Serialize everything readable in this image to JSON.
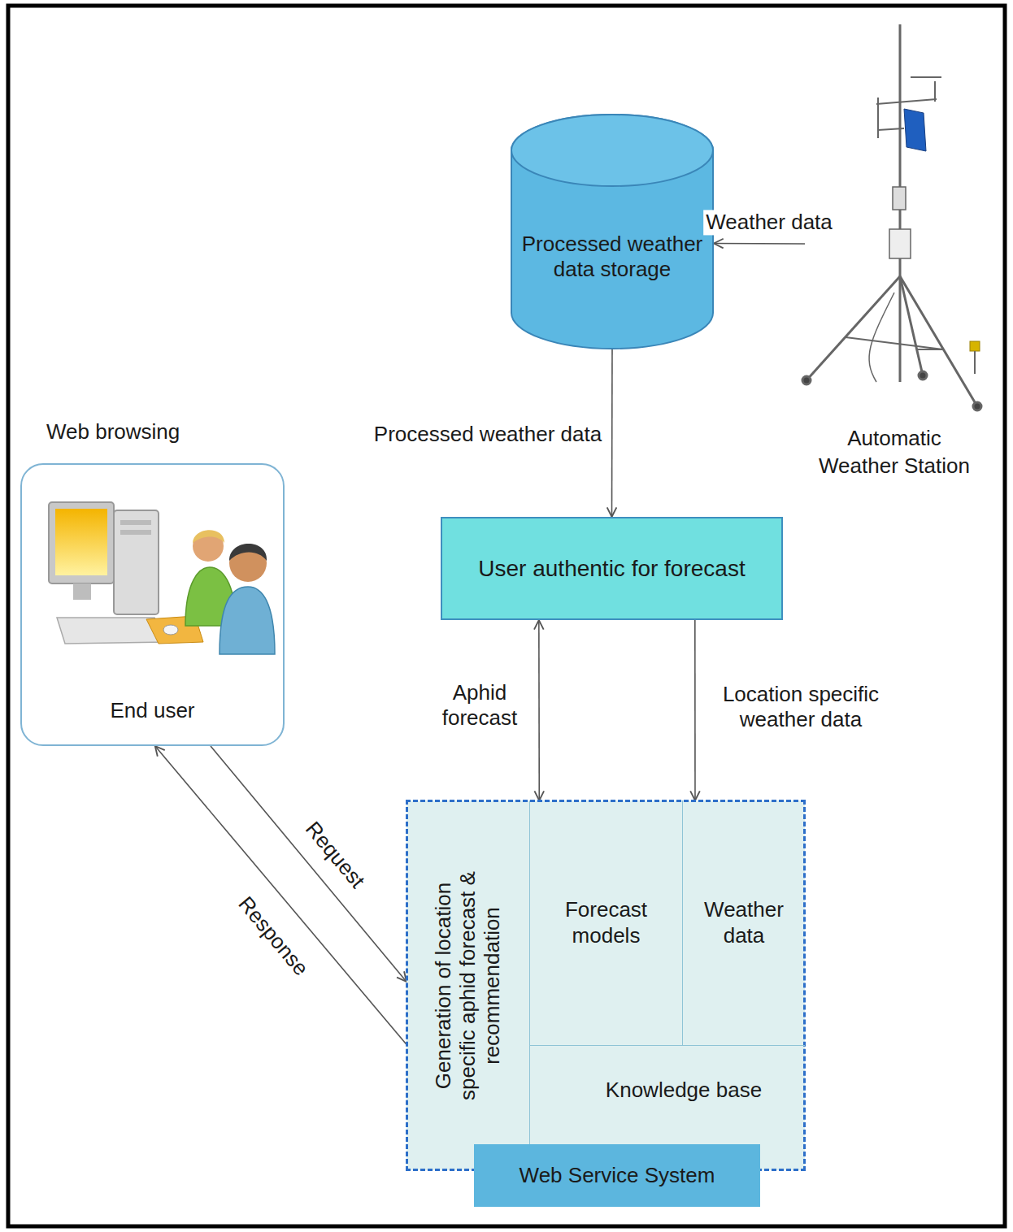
{
  "diagram": {
    "nodes": [
      {
        "text": [
          "Processed weather data storage"
        ]
      },
      {
        "text": [
          "Automatic Weather Station"
        ]
      },
      {
        "text": [
          "User authentic for forecast"
        ]
      },
      {
        "text": [
          "Web browsing",
          "End user"
        ]
      },
      {
        "text": [
          "Web Service System"
        ]
      },
      {
        "text": [
          "Generation of location specific aphid forecast & recommendation"
        ],
        "in": 4
      },
      {
        "text": [
          "Forecast models"
        ],
        "in": 4
      },
      {
        "text": [
          "Weather data"
        ],
        "in": 4
      },
      {
        "text": [
          "Knowledge base"
        ],
        "in": 4
      }
    ],
    "edges": [
      {
        "from": 1,
        "to": 0,
        "label": "Weather data",
        "arrow": "to"
      },
      {
        "from": 0,
        "to": 2,
        "label": "Processed weather data",
        "arrow": "to"
      },
      {
        "from": 2,
        "to": 6,
        "label": "Aphid forecast",
        "arrow": "both"
      },
      {
        "from": 2,
        "to": 7,
        "label": "Location specific weather data",
        "arrow": "to"
      },
      {
        "from": 3,
        "to": 5,
        "label": "Request",
        "arrow": "to"
      },
      {
        "from": 5,
        "to": 3,
        "label": "Response",
        "arrow": "to"
      }
    ]
  }
}
